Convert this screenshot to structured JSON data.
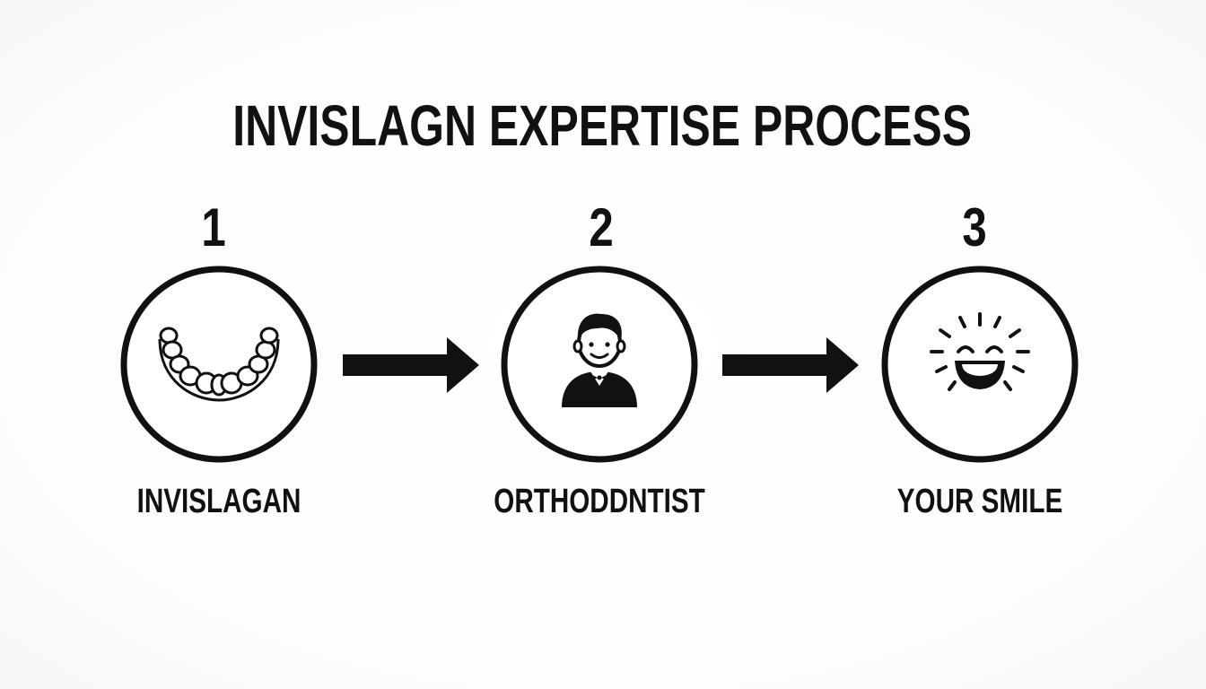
{
  "title": "INVISLAGN EXPERTISE PROCESS",
  "steps": [
    {
      "number": "1",
      "label": "INVISLAGAN",
      "icon": "aligner-teeth-icon"
    },
    {
      "number": "2",
      "label": "ORTHODDNTIST",
      "icon": "orthodontist-person-icon"
    },
    {
      "number": "3",
      "label": "YOUR SMILE",
      "icon": "beaming-smile-icon"
    }
  ],
  "colors": {
    "ink": "#111111",
    "background": "#ffffff"
  }
}
